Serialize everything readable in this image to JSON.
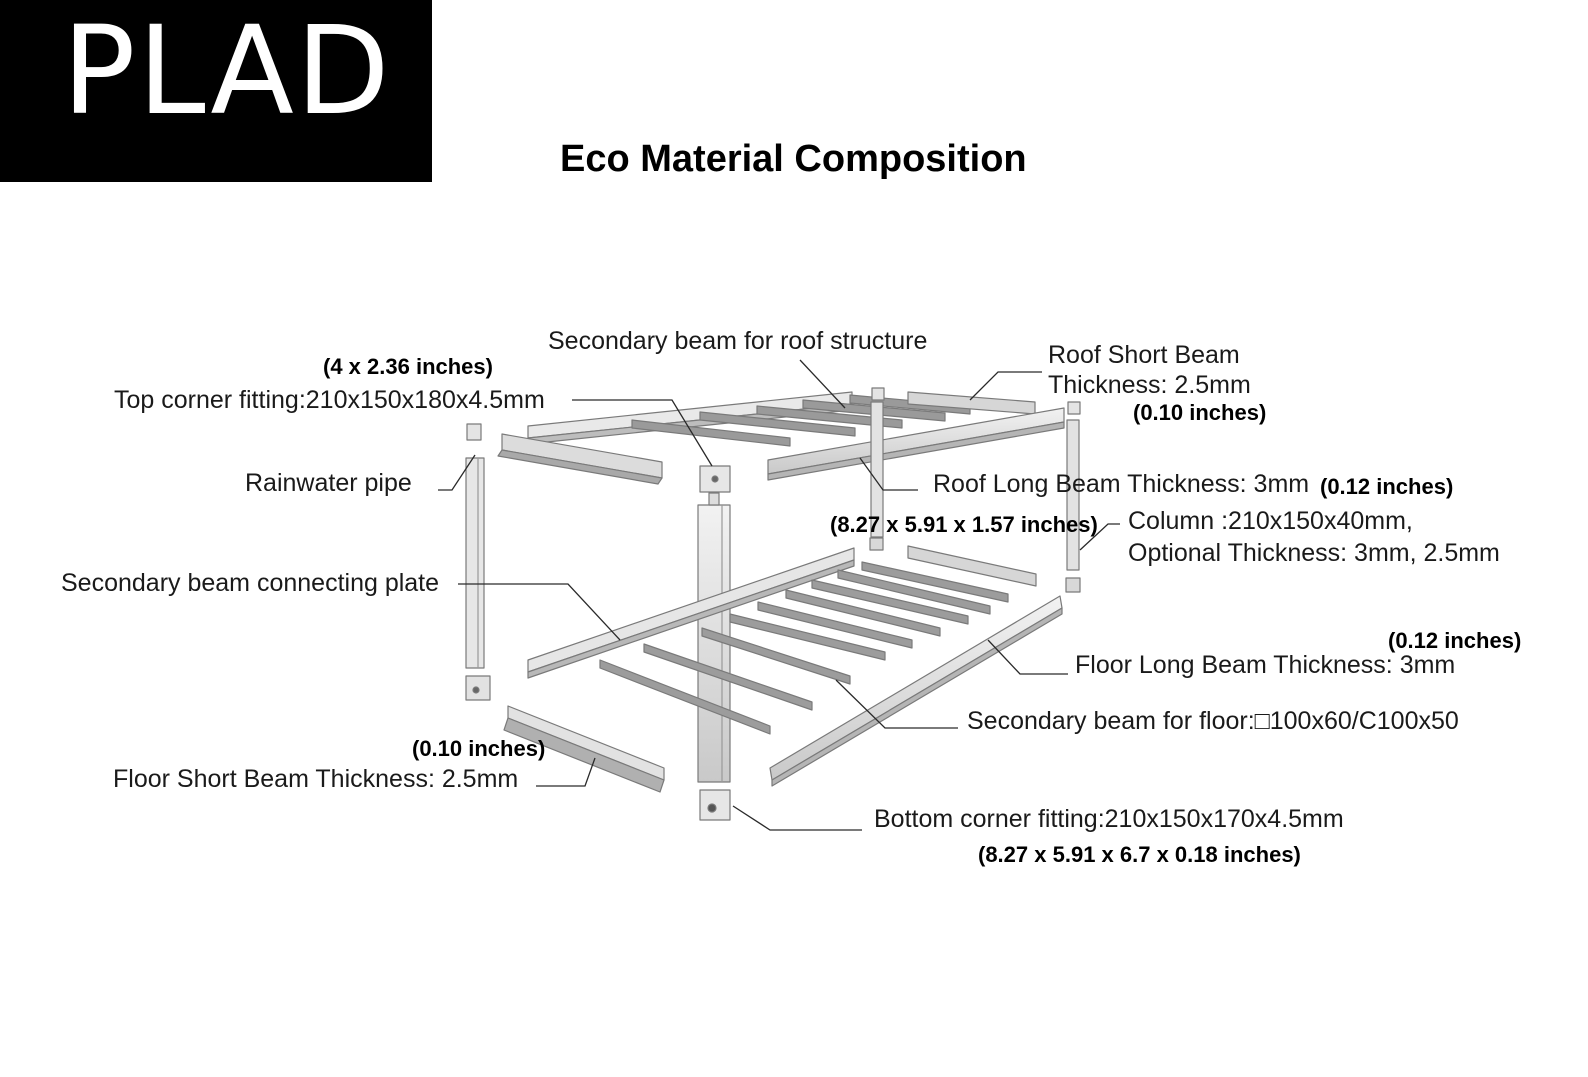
{
  "logo": {
    "text": "PLAD"
  },
  "title": "Eco Material Composition",
  "labels": {
    "secondary_roof": "Secondary beam for roof structure",
    "top_corner": "Top corner fitting:210x150x180x4.5mm",
    "top_corner_in": "(4 x 2.36 inches)",
    "roof_short": "Roof Short Beam",
    "roof_short_thk": "Thickness: 2.5mm",
    "roof_short_in": "(0.10 inches)",
    "rainwater": "Rainwater pipe",
    "roof_long": "Roof Long Beam Thickness: 3mm",
    "roof_long_in": "(0.12 inches)",
    "column_in": "(8.27 x 5.91 x 1.57 inches)",
    "column": "Column :210x150x40mm,",
    "column_opt": "Optional Thickness: 3mm, 2.5mm",
    "connecting_plate": "Secondary beam connecting plate",
    "floor_long_in": "(0.12 inches)",
    "floor_long": "Floor Long Beam Thickness: 3mm",
    "secondary_floor": "Secondary beam for floor:□100x60/C100x50",
    "floor_short_in": "(0.10 inches)",
    "floor_short": "Floor Short Beam Thickness: 2.5mm",
    "bottom_corner": "Bottom corner fitting:210x150x170x4.5mm",
    "bottom_corner_in": "(8.27 x 5.91 x 6.7 x 0.18 inches)"
  }
}
